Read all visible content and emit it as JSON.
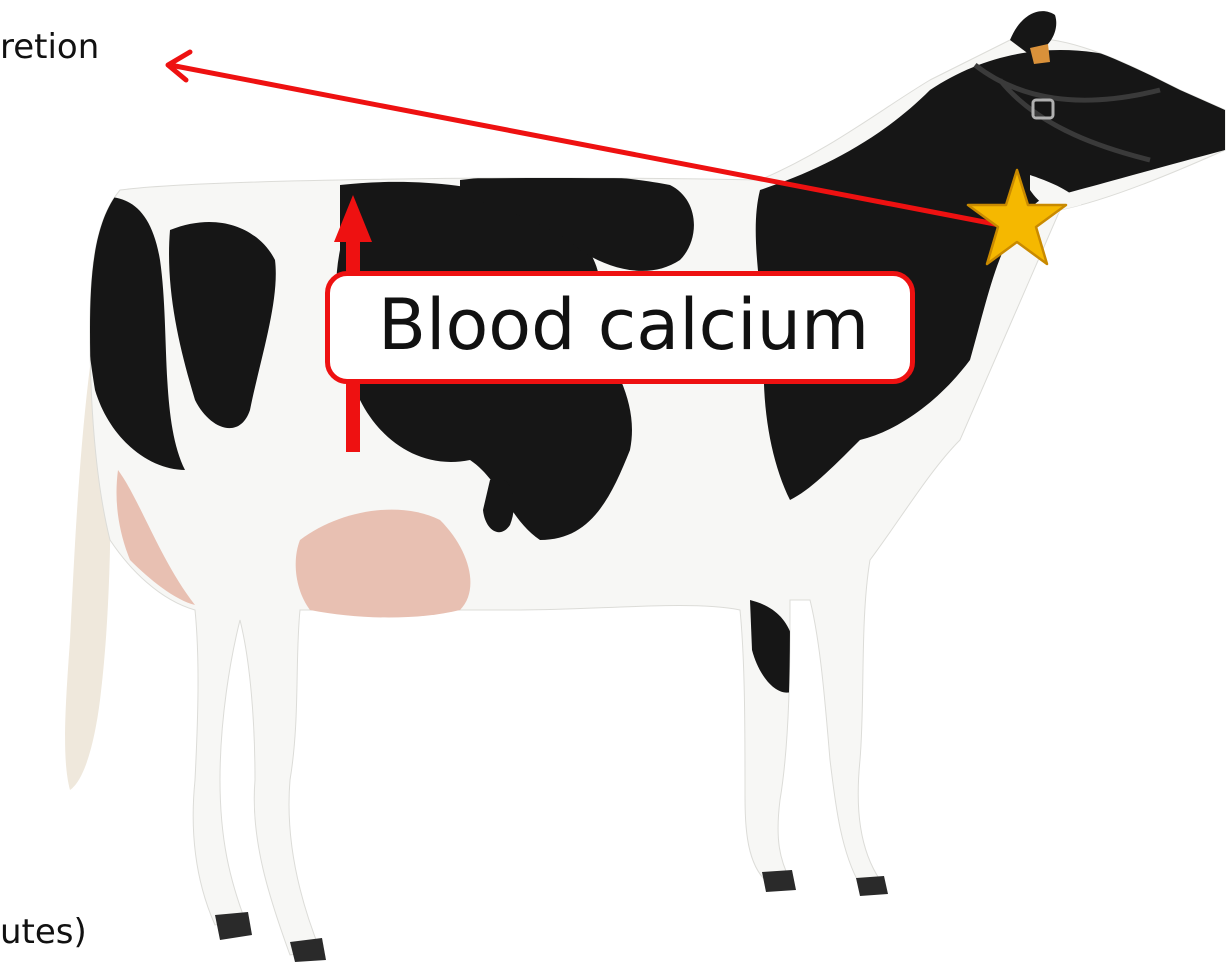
{
  "texts": {
    "top_left_partial": "retion",
    "bottom_left_partial": "utes)",
    "bottom_left_cutoff": "",
    "callout": "Blood calcium"
  },
  "illustration": {
    "subject": "holstein-cow-photo",
    "marker": "star-icon"
  },
  "colors": {
    "arrow": "#ee1111",
    "callout_border": "#ee1111",
    "star_fill": "#f5b800",
    "star_stroke": "#c98a00",
    "cow_black": "#161616",
    "cow_white": "#f7f7f5",
    "udder": "#e8c0b2"
  }
}
